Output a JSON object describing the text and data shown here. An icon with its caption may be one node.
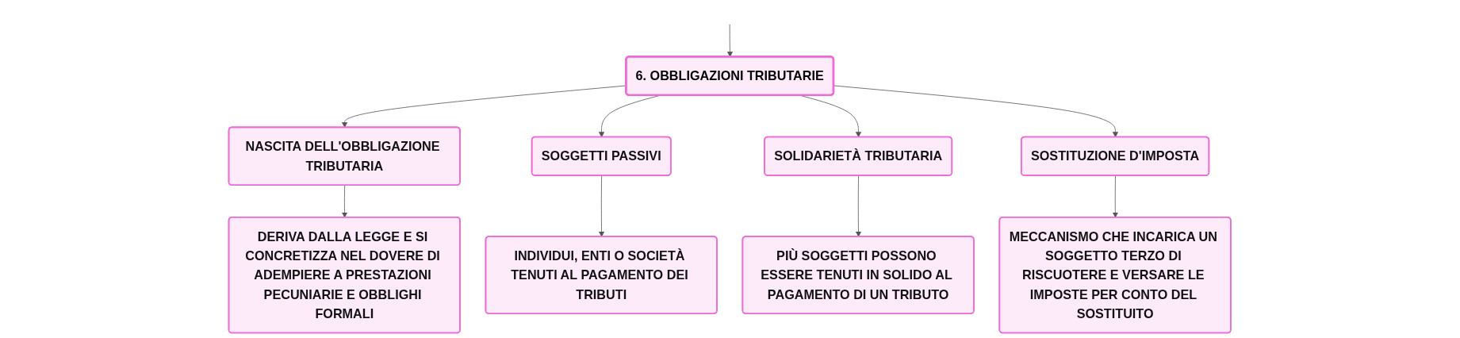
{
  "diagram": {
    "nodes": [
      {
        "text": [
          "6. OBBLIGAZIONI TRIBUTARIE"
        ]
      },
      {
        "text": [
          "NASCITA DELL'OBBLIGAZIONE TRIBUTARIA"
        ]
      },
      {
        "text": [
          "DERIVA DALLA LEGGE E SI CONCRETIZZA NEL DOVERE DI ADEMPIERE A PRESTAZIONI PECUNIARIE E OBBLIGHI FORMALI"
        ]
      },
      {
        "text": [
          "SOGGETTI PASSIVI"
        ]
      },
      {
        "text": [
          "INDIVIDUI, ENTI O SOCIETÀ TENUTI AL PAGAMENTO DEI TRIBUTI"
        ]
      },
      {
        "text": [
          "SOLIDARIETÀ TRIBUTARIA"
        ]
      },
      {
        "text": [
          "PIÙ SOGGETTI POSSONO ESSERE TENUTI IN SOLIDO AL PAGAMENTO DI UN TRIBUTO"
        ]
      },
      {
        "text": [
          "SOSTITUZIONE D'IMPOSTA"
        ]
      },
      {
        "text": [
          "MECCANISMO CHE INCARICA UN SOGGETTO TERZO DI RISCUOTERE E VERSARE LE IMPOSTE PER CONTO DEL SOSTITUITO"
        ]
      }
    ],
    "edges": [
      {
        "from": null,
        "to": 0,
        "arrow": "to"
      },
      {
        "from": 0,
        "to": 1,
        "arrow": "to"
      },
      {
        "from": 1,
        "to": 2,
        "arrow": "to"
      },
      {
        "from": 0,
        "to": 3,
        "arrow": "to"
      },
      {
        "from": 3,
        "to": 4,
        "arrow": "to"
      },
      {
        "from": 0,
        "to": 5,
        "arrow": "to"
      },
      {
        "from": 5,
        "to": 6,
        "arrow": "to"
      },
      {
        "from": 0,
        "to": 7,
        "arrow": "to"
      },
      {
        "from": 7,
        "to": 8,
        "arrow": "to"
      }
    ]
  }
}
